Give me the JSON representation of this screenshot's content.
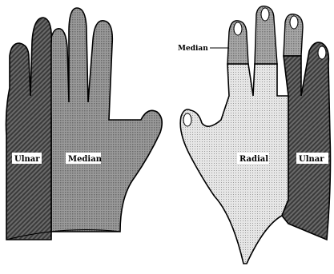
{
  "figure": {
    "left_hand": {
      "regions": [
        "Ulnar",
        "Median"
      ],
      "labels": {
        "ulnar": "Ulnar",
        "median": "Median"
      }
    },
    "right_hand": {
      "regions": [
        "Median",
        "Radial",
        "Ulnar"
      ],
      "labels": {
        "median": "Median",
        "radial": "Radial",
        "ulnar": "Ulnar"
      }
    },
    "colors": {
      "outline": "#000000",
      "background": "#ffffff",
      "ulnar_shade": "#5a5a5a",
      "median_shade": "#8c8c8c",
      "radial_shade": "#d8d8d8",
      "median_tip_shade": "#9a9a9a"
    }
  }
}
